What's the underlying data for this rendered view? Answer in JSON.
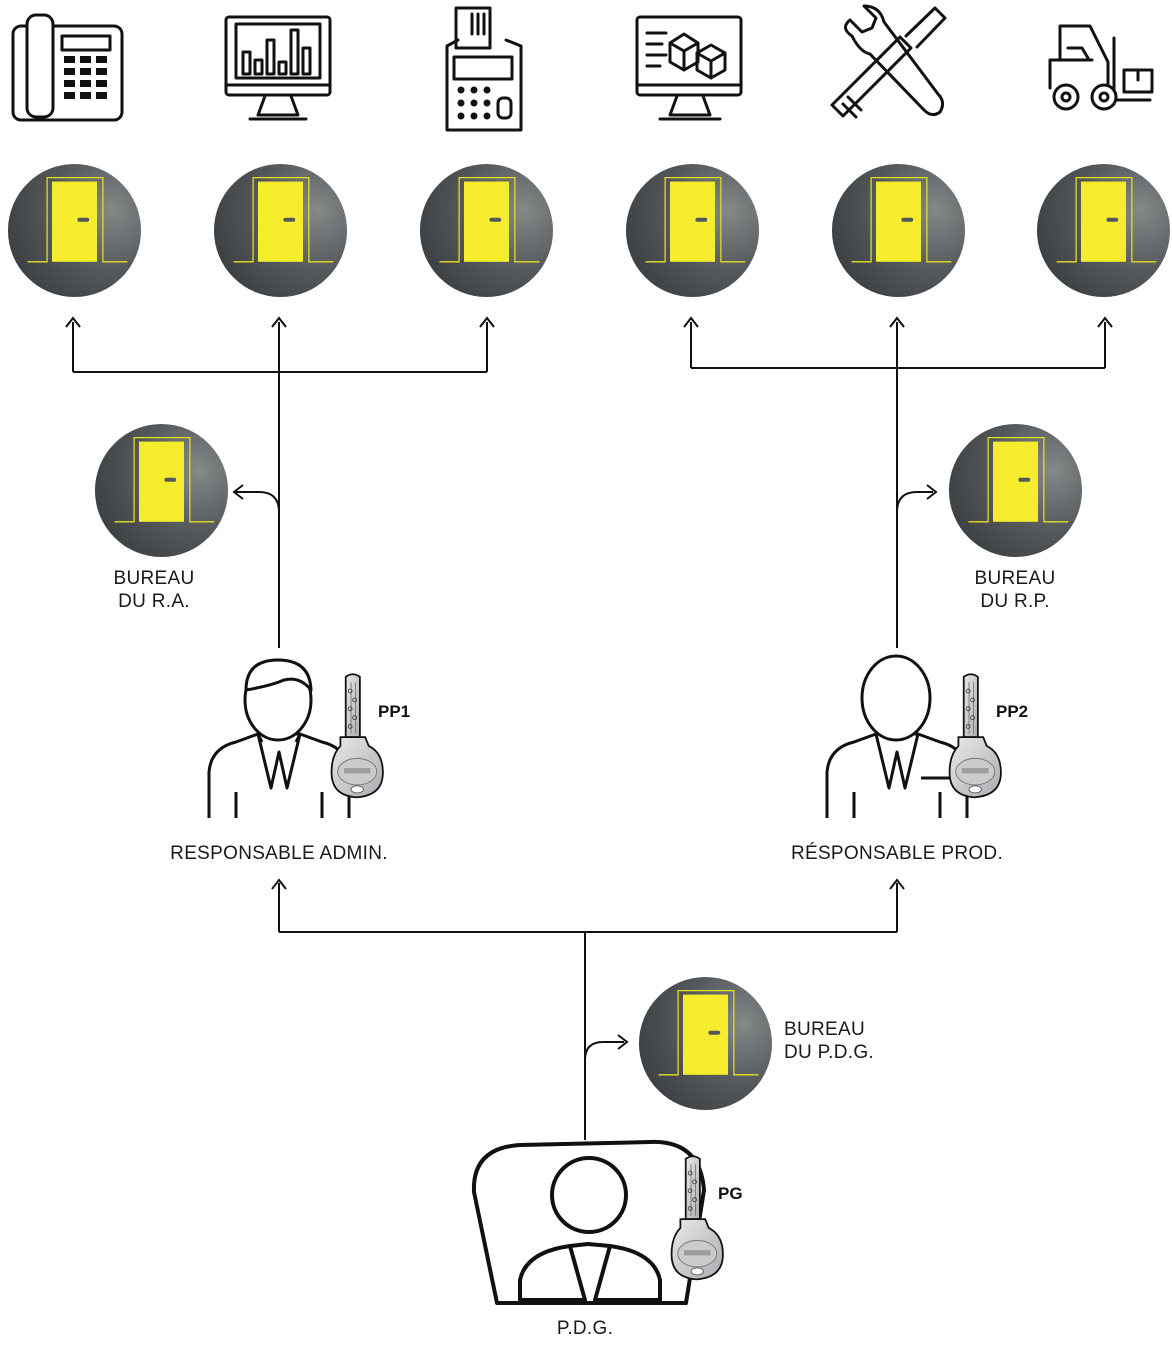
{
  "colors": {
    "door_bg": "#4a4d50",
    "door_bg_light": "#7a7d80",
    "door_fill": "#f4ec2c",
    "door_frame": "#e6de1e",
    "line": "#111111",
    "key_body": "#d4d6d8"
  },
  "top_icons": [
    {
      "name": "telephone-icon"
    },
    {
      "name": "sales-chart-monitor-icon"
    },
    {
      "name": "card-payment-terminal-icon"
    },
    {
      "name": "logistics-monitor-icon"
    },
    {
      "name": "tools-icon"
    },
    {
      "name": "forklift-icon"
    }
  ],
  "offices": {
    "ra": {
      "line1": "BUREAU",
      "line2": "DU R.A."
    },
    "rp": {
      "line1": "BUREAU",
      "line2": "DU R.P."
    },
    "pdg": {
      "line1": "BUREAU",
      "line2": "DU P.D.G."
    }
  },
  "people": {
    "admin": {
      "label": "RESPONSABLE ADMIN.",
      "key": "PP1"
    },
    "prod": {
      "label": "RÉSPONSABLE PROD.",
      "key": "PP2"
    },
    "ceo": {
      "label": "P.D.G.",
      "key": "PG"
    }
  }
}
